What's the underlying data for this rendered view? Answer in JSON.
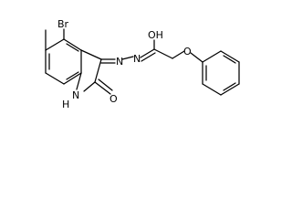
{
  "molecule": {
    "atoms": {
      "br": "Br",
      "n_azine_1": "N",
      "n_azine_2": "N",
      "oh": "OH",
      "o_ether": "O",
      "nh": "H",
      "n_ring": "N",
      "o_carbonyl": "O"
    }
  }
}
